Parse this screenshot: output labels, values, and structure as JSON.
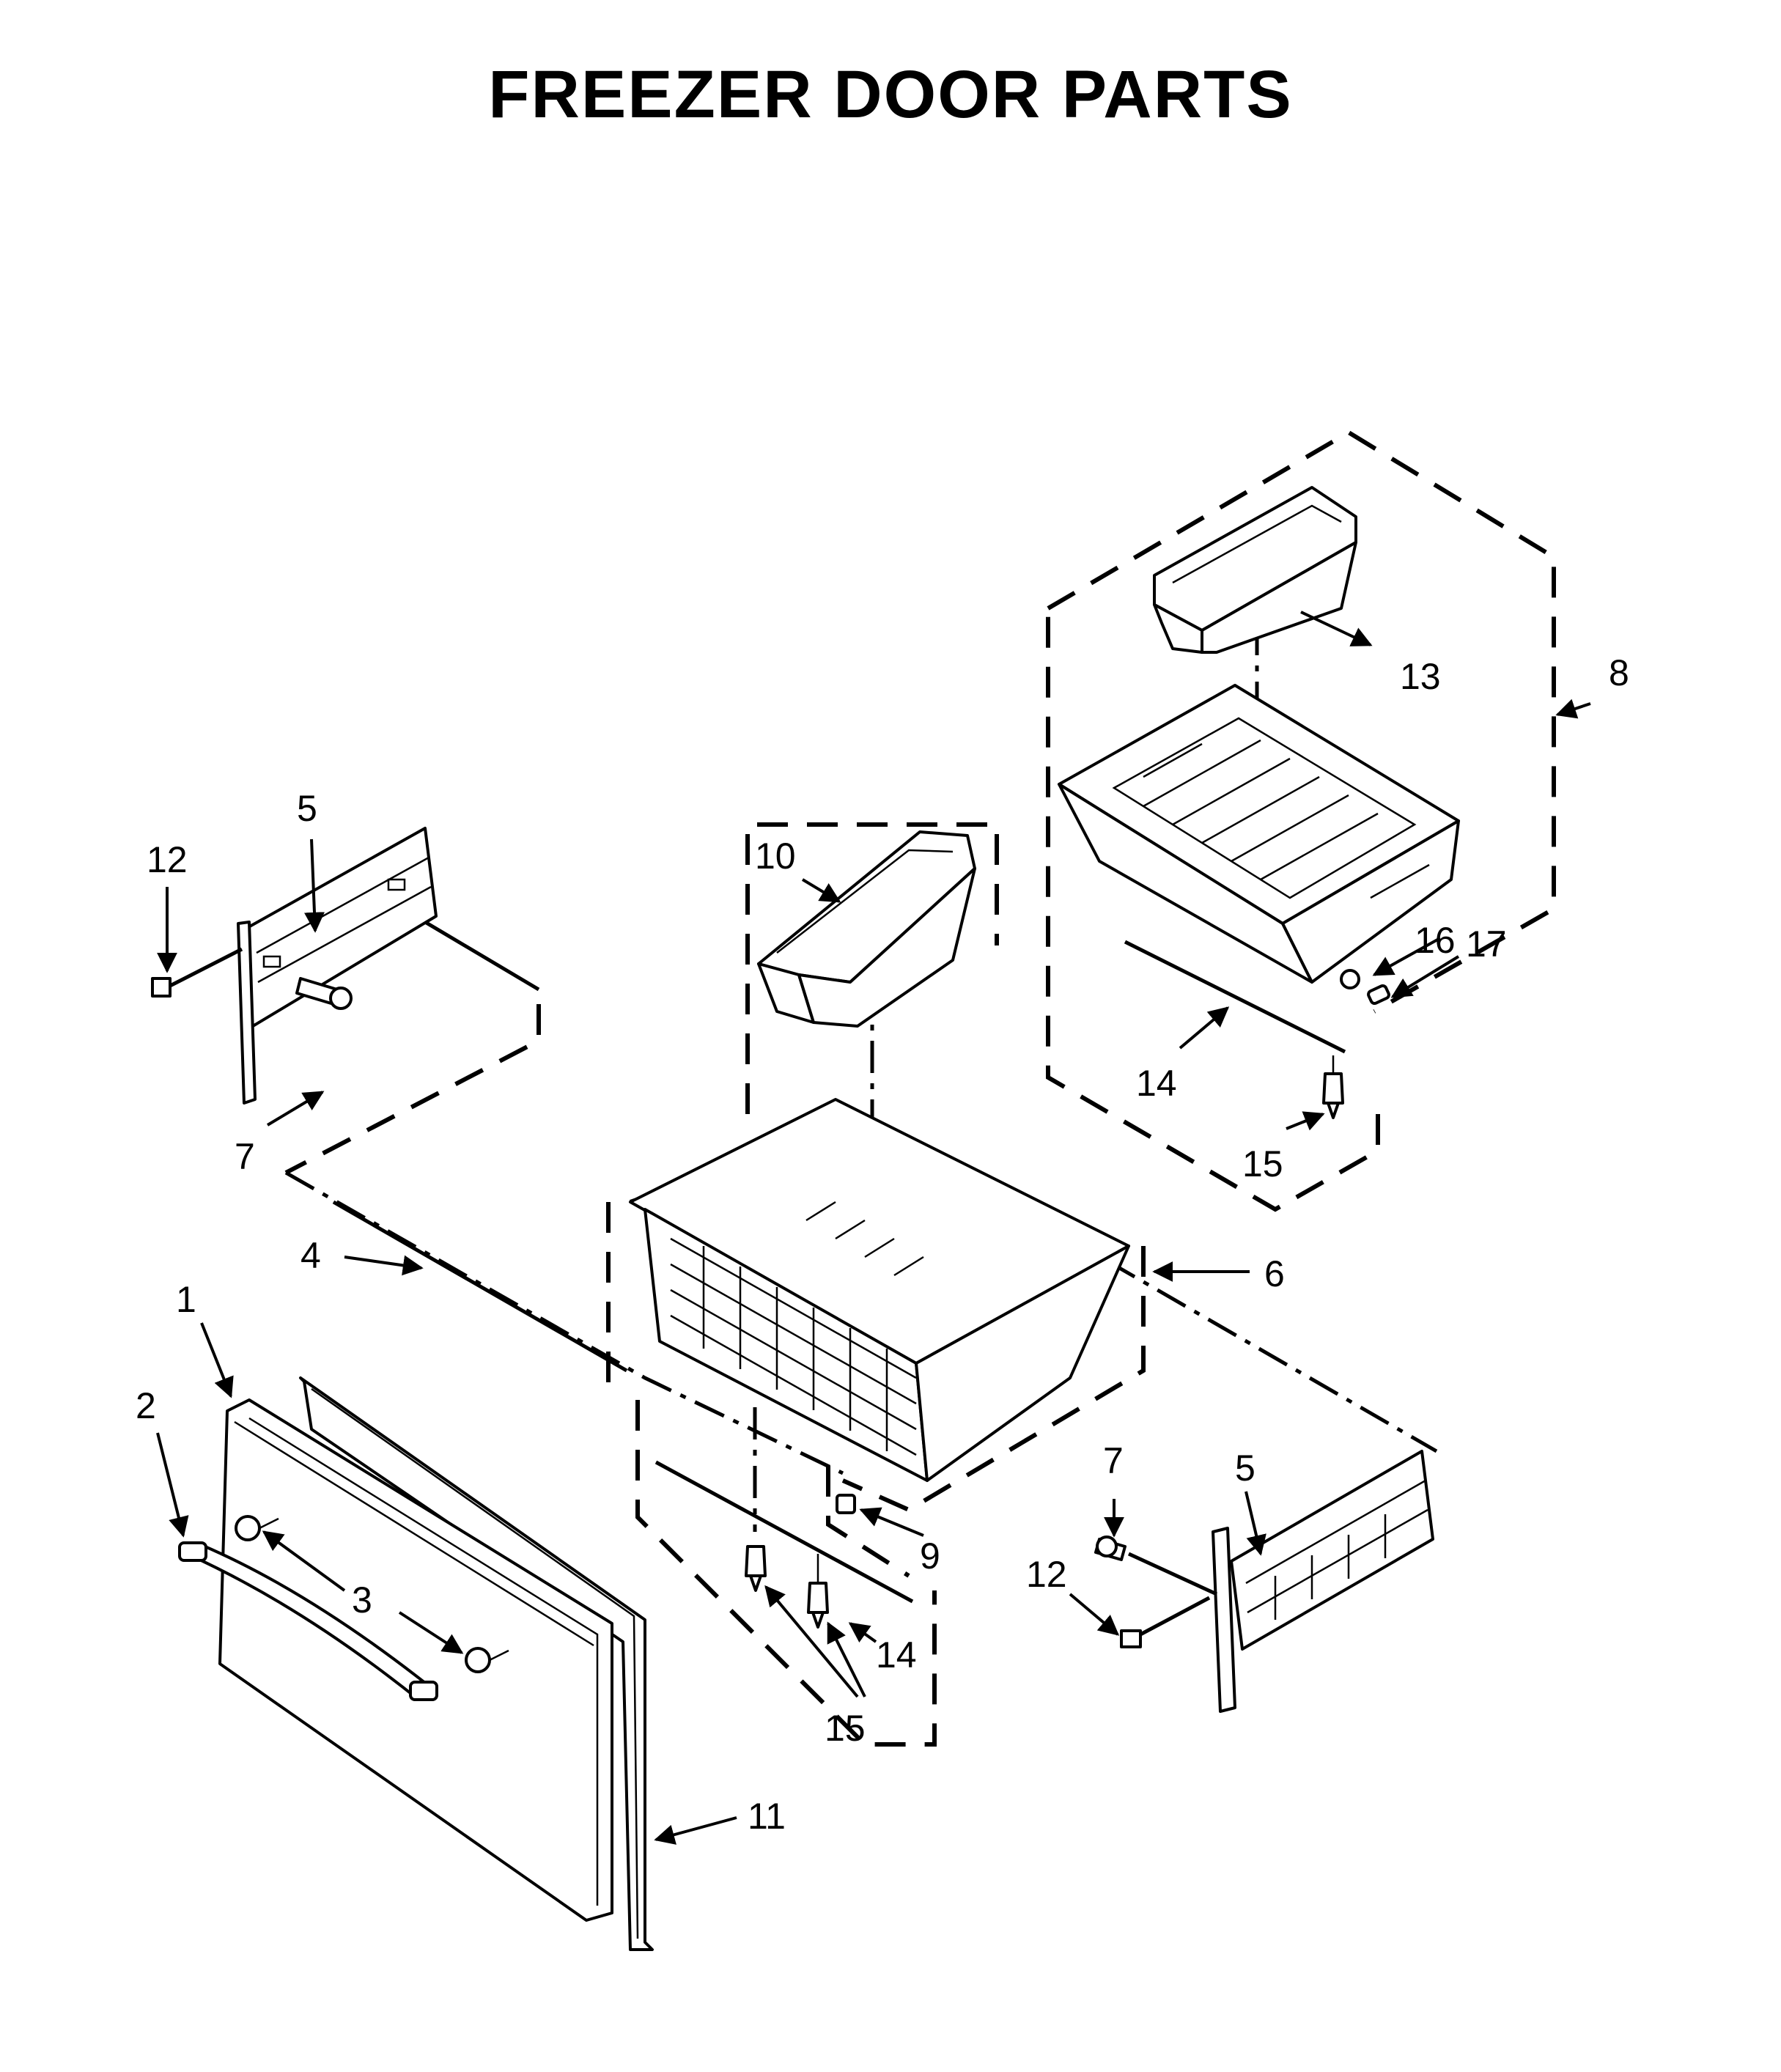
{
  "title": "FREEZER DOOR PARTS",
  "callouts": [
    {
      "id": "c-1",
      "label": "1"
    },
    {
      "id": "c-2",
      "label": "2"
    },
    {
      "id": "c-3",
      "label": "3"
    },
    {
      "id": "c-4",
      "label": "4"
    },
    {
      "id": "c-5a",
      "label": "5"
    },
    {
      "id": "c-5b",
      "label": "5"
    },
    {
      "id": "c-6",
      "label": "6"
    },
    {
      "id": "c-7a",
      "label": "7"
    },
    {
      "id": "c-7b",
      "label": "7"
    },
    {
      "id": "c-8",
      "label": "8"
    },
    {
      "id": "c-9",
      "label": "9"
    },
    {
      "id": "c-10",
      "label": "10"
    },
    {
      "id": "c-11",
      "label": "11"
    },
    {
      "id": "c-12a",
      "label": "12"
    },
    {
      "id": "c-12b",
      "label": "12"
    },
    {
      "id": "c-13",
      "label": "13"
    },
    {
      "id": "c-14a",
      "label": "14"
    },
    {
      "id": "c-14b",
      "label": "14"
    },
    {
      "id": "c-15a",
      "label": "15"
    },
    {
      "id": "c-15b",
      "label": "15"
    },
    {
      "id": "c-16",
      "label": "16"
    },
    {
      "id": "c-17",
      "label": "17"
    }
  ]
}
